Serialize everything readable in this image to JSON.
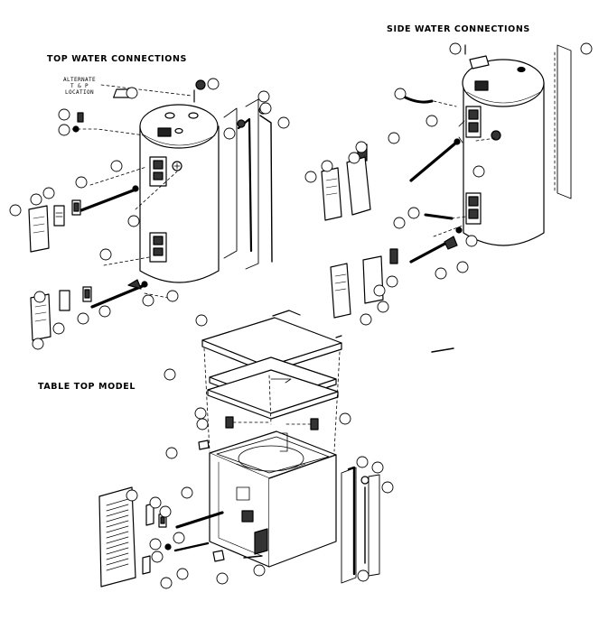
{
  "headings": {
    "top": "TOP WATER CONNECTIONS",
    "side": "SIDE WATER CONNECTIONS",
    "table": "TABLE TOP MODEL"
  },
  "note": {
    "line1": "ALTERNATE",
    "line2": "T & P",
    "line3": "LOCATION"
  }
}
